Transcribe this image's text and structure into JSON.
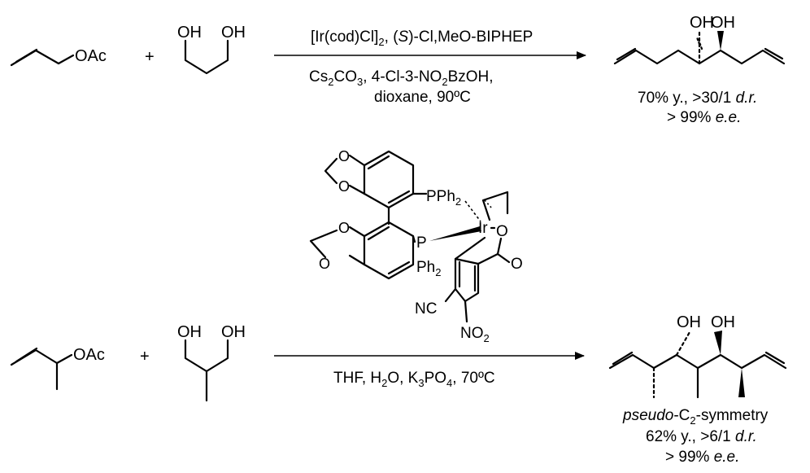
{
  "reaction1": {
    "reagent_a": {
      "group": "OAc"
    },
    "plus": "+",
    "reagent_b": {
      "oh_left": "OH",
      "oh_right": "OH"
    },
    "conditions_above": {
      "text": "[Ir(cod)Cl]",
      "sub": "2",
      "rest": ", (",
      "chiral": "S",
      "rest2": ")-Cl,MeO-BIPHEP"
    },
    "conditions_below_1": {
      "a": "Cs",
      "sub1": "2",
      "b": "CO",
      "sub2": "3",
      "c": ", 4-Cl-3-NO",
      "sub3": "2",
      "d": "BzOH,"
    },
    "conditions_below_2": "dioxane, 90ºC",
    "product": {
      "oh_left": "OH",
      "oh_right": "OH"
    },
    "yield_line": {
      "text": "70% y., >30/1 ",
      "italic": "d.r."
    },
    "ee_line": {
      "text": "> 99% ",
      "italic": "e.e."
    }
  },
  "catalyst": {
    "pph2_top": "PPh",
    "pph2_top_sub": "2",
    "p_bottom": "P",
    "ph2_bottom": "Ph",
    "ph2_bottom_sub": "2",
    "ir": "Ir",
    "o_ring": "O",
    "o_carbonyl": "O",
    "nc": "NC",
    "no2": "NO",
    "no2_sub": "2",
    "dioxole_o": "O"
  },
  "reaction2": {
    "reagent_a": {
      "group": "OAc"
    },
    "plus": "+",
    "reagent_b": {
      "oh_left": "OH",
      "oh_right": "OH"
    },
    "conditions_below": {
      "a": "THF, H",
      "sub1": "2",
      "b": "O, K",
      "sub2": "3",
      "c": "PO",
      "sub3": "4",
      "d": ", 70ºC"
    },
    "product": {
      "oh_left": "OH",
      "oh_right": "OH"
    },
    "symmetry_line": {
      "italic": "pseudo",
      "text": "-C",
      "sub": "2",
      "rest": "-symmetry"
    },
    "yield_line": {
      "text": "62% y., >6/1 ",
      "italic": "d.r."
    },
    "ee_line": {
      "text": "> 99% ",
      "italic": "e.e."
    }
  }
}
